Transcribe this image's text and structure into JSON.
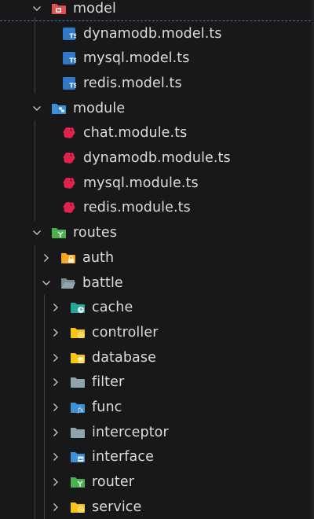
{
  "tree": {
    "rows": [
      {
        "label": "model",
        "type": "folder-open",
        "icon": "folder-model-icon",
        "color": "#e05252"
      },
      {
        "label": "dynamodb.model.ts",
        "type": "file",
        "icon": "typescript-file-icon",
        "color": "#3178c6"
      },
      {
        "label": "mysql.model.ts",
        "type": "file",
        "icon": "typescript-file-icon",
        "color": "#3178c6"
      },
      {
        "label": "redis.model.ts",
        "type": "file",
        "icon": "typescript-file-icon",
        "color": "#3178c6"
      },
      {
        "label": "module",
        "type": "folder-open",
        "icon": "folder-module-icon",
        "color": "#3d8fd6"
      },
      {
        "label": "chat.module.ts",
        "type": "file",
        "icon": "nestjs-icon",
        "color": "#e0234e"
      },
      {
        "label": "dynamodb.module.ts",
        "type": "file",
        "icon": "nestjs-icon",
        "color": "#e0234e"
      },
      {
        "label": "mysql.module.ts",
        "type": "file",
        "icon": "nestjs-icon",
        "color": "#e0234e"
      },
      {
        "label": "redis.module.ts",
        "type": "file",
        "icon": "nestjs-icon",
        "color": "#e0234e"
      },
      {
        "label": "routes",
        "type": "folder-open",
        "icon": "folder-routes-icon",
        "color": "#4caf50"
      },
      {
        "label": "auth",
        "type": "folder-closed",
        "icon": "folder-auth-icon",
        "color": "#f5a623"
      },
      {
        "label": "battle",
        "type": "folder-open",
        "icon": "folder-icon",
        "color": "#90a4ae"
      },
      {
        "label": "cache",
        "type": "folder-closed",
        "icon": "folder-cache-icon",
        "color": "#26a69a"
      },
      {
        "label": "controller",
        "type": "folder-closed",
        "icon": "folder-controller-icon",
        "color": "#f5c518"
      },
      {
        "label": "database",
        "type": "folder-closed",
        "icon": "folder-database-icon",
        "color": "#f5c518"
      },
      {
        "label": "filter",
        "type": "folder-closed",
        "icon": "folder-icon",
        "color": "#90a4ae"
      },
      {
        "label": "func",
        "type": "folder-closed",
        "icon": "folder-func-icon",
        "color": "#3d8fd6"
      },
      {
        "label": "interceptor",
        "type": "folder-closed",
        "icon": "folder-icon",
        "color": "#90a4ae"
      },
      {
        "label": "interface",
        "type": "folder-closed",
        "icon": "folder-interface-icon",
        "color": "#3d8fd6"
      },
      {
        "label": "router",
        "type": "folder-closed",
        "icon": "folder-router-icon",
        "color": "#4caf50"
      },
      {
        "label": "service",
        "type": "folder-closed",
        "icon": "folder-service-icon",
        "color": "#f5c518"
      }
    ]
  }
}
